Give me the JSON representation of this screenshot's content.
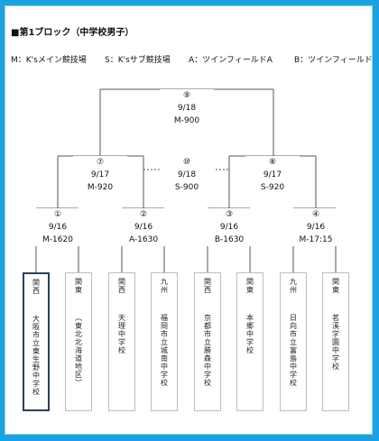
{
  "title": "■第1ブロック（中学校男子）",
  "legend": [
    {
      "code": "M",
      "text": "M：K'sメイン競技場"
    },
    {
      "code": "S",
      "text": "S：K'sサブ競技場"
    },
    {
      "code": "A",
      "text": "A：ツインフィールドA"
    },
    {
      "code": "B",
      "text": "B：ツインフィールド"
    }
  ],
  "matches": {
    "m1": {
      "no": "①",
      "date": "9/16",
      "venue_time": "M-1620"
    },
    "m2": {
      "no": "②",
      "date": "9/16",
      "venue_time": "A-1630"
    },
    "m3": {
      "no": "③",
      "date": "9/16",
      "venue_time": "B-1630"
    },
    "m4": {
      "no": "④",
      "date": "9/16",
      "venue_time": "M-17:15"
    },
    "m7": {
      "no": "⑦",
      "date": "9/17",
      "venue_time": "M-920"
    },
    "m8": {
      "no": "⑧",
      "date": "9/17",
      "venue_time": "S-920"
    },
    "m9": {
      "no": "⑨",
      "date": "9/18",
      "venue_time": "M-900"
    },
    "m10": {
      "no": "⑩",
      "date": "9/18",
      "venue_time": "S-900"
    }
  },
  "teams": [
    {
      "region": "関西",
      "school": "大阪市立東生野中学校"
    },
    {
      "region": "関東",
      "school": "（東北北海道地区）"
    },
    {
      "region": "関西",
      "school": "天理中学校"
    },
    {
      "region": "九州",
      "school": "福岡市立城南中学校"
    },
    {
      "region": "関西",
      "school": "京都市立勝森中学校"
    },
    {
      "region": "関東",
      "school": "本郷中学校"
    },
    {
      "region": "九州",
      "school": "日向市立富島中学校"
    },
    {
      "region": "関東",
      "school": "茗溪学園中学校"
    }
  ]
}
